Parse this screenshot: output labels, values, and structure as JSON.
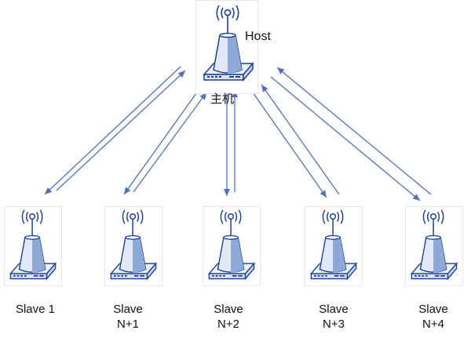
{
  "host": {
    "label": "Host",
    "sublabel": "主机"
  },
  "slaves": [
    {
      "line1": "Slave 1",
      "line2": ""
    },
    {
      "line1": "Slave",
      "line2": "N+1"
    },
    {
      "line1": "Slave",
      "line2": "N+2"
    },
    {
      "line1": "Slave",
      "line2": "N+3"
    },
    {
      "line1": "Slave",
      "line2": "N+4"
    }
  ],
  "colors": {
    "arrow": "#5570b8",
    "cone_light": "#dfe9f7",
    "cone_dark": "#8ea9d6",
    "outline": "#1f3f8f"
  },
  "icons": {
    "node": "wireless-router-icon"
  }
}
